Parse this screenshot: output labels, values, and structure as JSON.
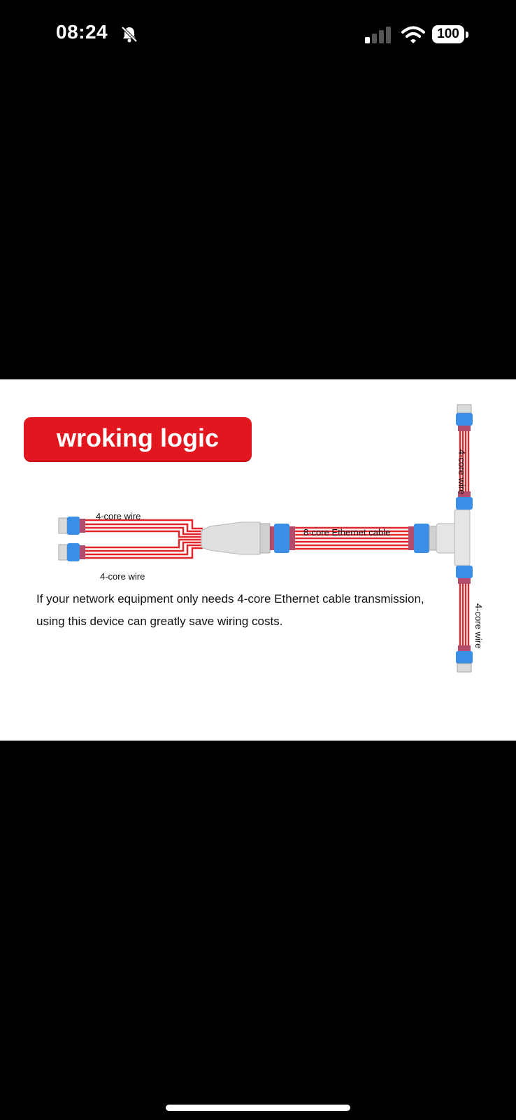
{
  "status_bar": {
    "time": "08:24",
    "battery": "100",
    "icons": [
      "bell-slash-icon",
      "cellular-signal-icon",
      "wifi-icon",
      "battery-icon"
    ]
  },
  "image": {
    "badge_text": "wroking logic",
    "labels": {
      "top_left": "4-core wire",
      "bottom_left": "4-core wire",
      "ethernet": "8-core Ethernet cable",
      "vertical_top": "4-core wire",
      "vertical_bottom": "4-core wire"
    },
    "description_line1": "If your network equipment only needs 4-core Ethernet cable transmission,",
    "description_line2": "using this device can greatly save wiring costs."
  },
  "colors": {
    "badge_red": "#e2161f",
    "wire_red": "#e3262c",
    "connector_blue": "#3a8ee6",
    "connector_gray": "#d9dadb"
  }
}
